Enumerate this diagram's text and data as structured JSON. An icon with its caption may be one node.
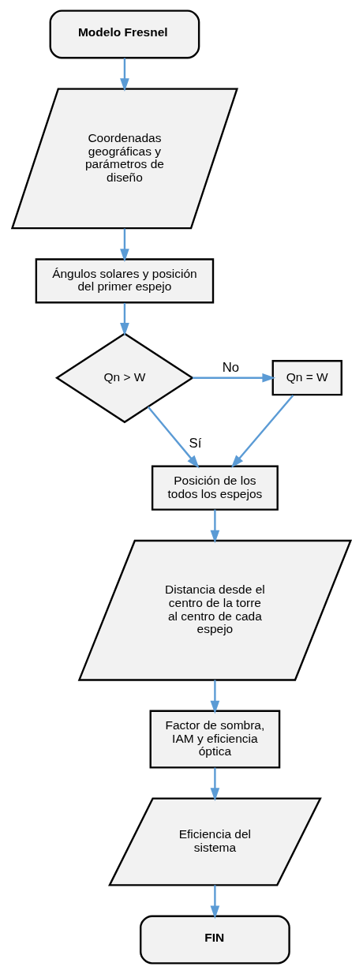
{
  "diagram": {
    "nodes": [
      {
        "text": [
          "Modelo Fresnel"
        ]
      },
      {
        "text": [
          "Coordenadas geográficas y parámetros de diseño"
        ]
      },
      {
        "text": [
          "Ángulos solares y posición del primer espejo"
        ]
      },
      {
        "text": [
          "Qn > W"
        ]
      },
      {
        "text": [
          "Qn = W"
        ]
      },
      {
        "text": [
          "Posición de los todos los espejos"
        ]
      },
      {
        "text": [
          "Distancia desde el centro de la torre al centro de cada espejo"
        ]
      },
      {
        "text": [
          "Factor de sombra, IAM y eficiencia óptica"
        ]
      },
      {
        "text": [
          "Eficiencia del sistema"
        ]
      },
      {
        "text": [
          "FIN"
        ]
      }
    ],
    "edges": [
      {
        "from": 0,
        "to": 1,
        "arrow": "to"
      },
      {
        "from": 1,
        "to": 2,
        "arrow": "to"
      },
      {
        "from": 2,
        "to": 3,
        "arrow": "to"
      },
      {
        "from": 3,
        "to": 4,
        "arrow": "to",
        "label": "No"
      },
      {
        "from": 3,
        "to": 5,
        "arrow": "to",
        "label": "Sí"
      },
      {
        "from": 4,
        "to": 5,
        "arrow": "to"
      },
      {
        "from": 5,
        "to": 6,
        "arrow": "to"
      },
      {
        "from": 6,
        "to": 7,
        "arrow": "to"
      },
      {
        "from": 7,
        "to": 8,
        "arrow": "to"
      },
      {
        "from": 8,
        "to": 9,
        "arrow": "to"
      }
    ]
  }
}
